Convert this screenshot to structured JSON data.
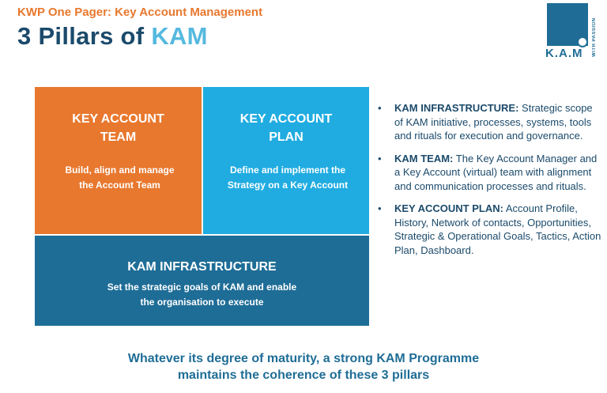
{
  "header": {
    "kicker": "KWP One Pager: Key Account Management",
    "title_main": "3 Pillars of ",
    "title_accent": "KAM"
  },
  "logo": {
    "text": "K.A.M",
    "tagline": "WITH PASSION",
    "color": "#1f6d96"
  },
  "pillars": {
    "team": {
      "title_line1": "KEY ACCOUNT",
      "title_line2": "TEAM",
      "desc_line1": "Build, align and manage",
      "desc_line2": "the Account Team",
      "color": "#e8782e"
    },
    "plan": {
      "title_line1": "KEY ACCOUNT",
      "title_line2": "PLAN",
      "desc_line1": "Define and implement the",
      "desc_line2": "Strategy on a Key Account",
      "color": "#20ace1"
    },
    "infrastructure": {
      "title": "KAM INFRASTRUCTURE",
      "desc_line1": "Set the strategic goals of KAM and enable",
      "desc_line2": "the organisation to execute",
      "color": "#1e6d97"
    }
  },
  "bullets": [
    {
      "head": "KAM INFRASTRUCTURE:",
      "body": " Strategic scope of KAM initiative, processes, systems, tools and rituals for execution and governance."
    },
    {
      "head": "KAM TEAM:",
      "body": " The Key Account Manager and a Key Account (virtual) team with alignment and communication processes and rituals."
    },
    {
      "head": "KEY ACCOUNT PLAN:",
      "body": " Account Profile, History, Network of contacts, Opportunities, Strategic & Operational Goals, Tactics, Action Plan, Dashboard."
    }
  ],
  "bullet_symbol": "•",
  "footer": {
    "line1": "Whatever its degree of maturity, a strong KAM Programme",
    "line2": "maintains the coherence of these 3 pillars"
  }
}
